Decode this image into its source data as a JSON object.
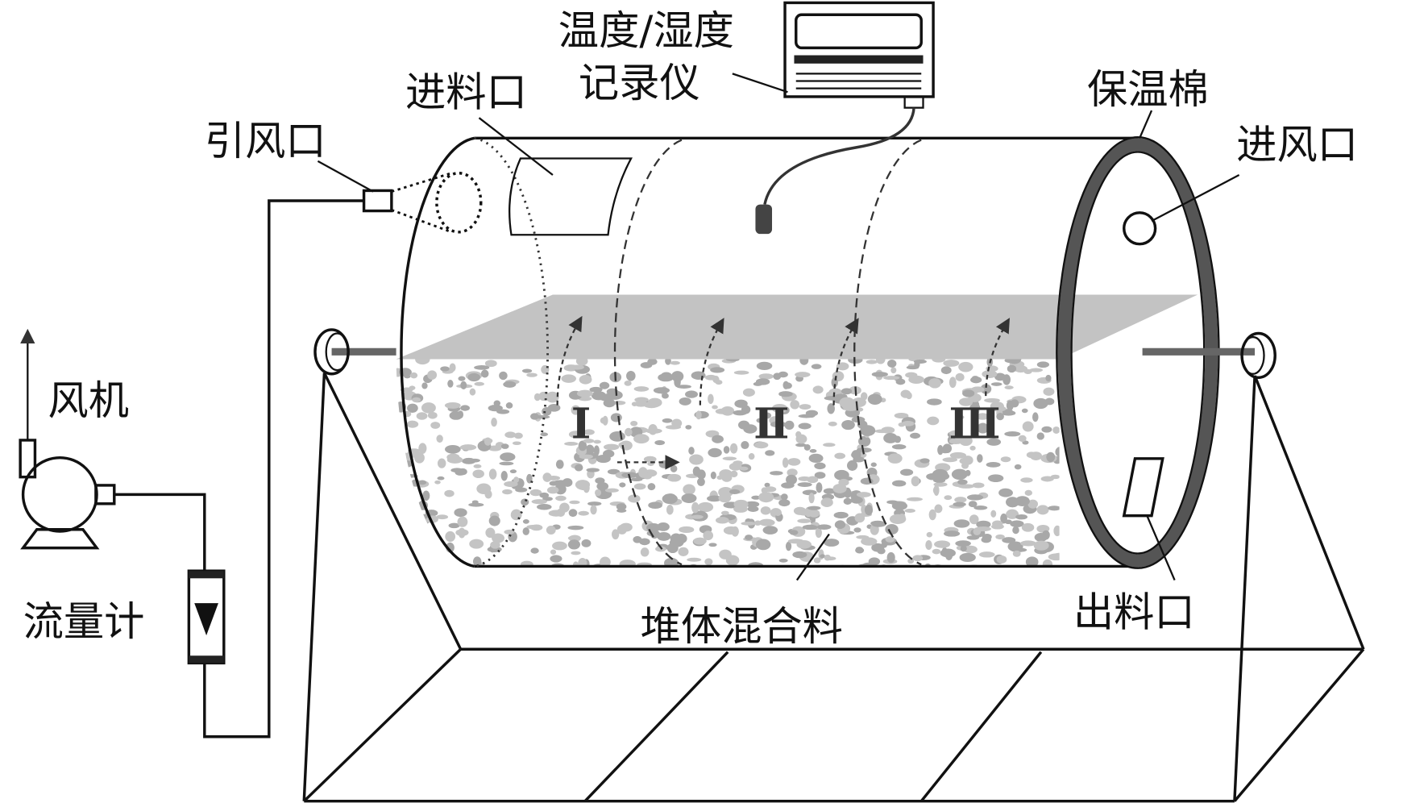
{
  "labels": {
    "recorder": "温度/湿度",
    "recorder2": "记录仪",
    "feed_port": "进料口",
    "exhaust_port": "引风口",
    "insulation": "保温棉",
    "air_inlet": "进风口",
    "fan": "风机",
    "flowmeter": "流量计",
    "mixture": "堆体混合料",
    "discharge_port": "出料口"
  },
  "zones": [
    "Ⅰ",
    "Ⅱ",
    "Ⅲ"
  ],
  "colors": {
    "line": "#111111",
    "insulation": "#555555",
    "surface": "#bdbdbd",
    "particle": "#a8a8a8"
  }
}
